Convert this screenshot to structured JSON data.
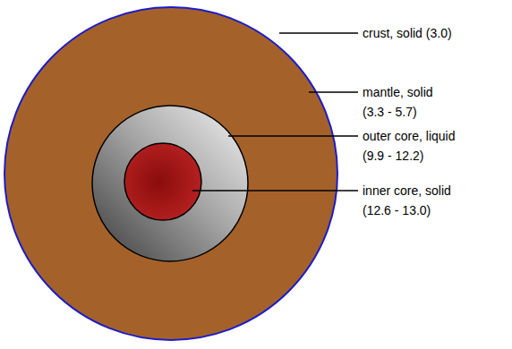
{
  "diagram": {
    "labels": [
      "crust, solid (3.0)",
      "mantle, solid (3.3 - 5.7)",
      "outer core, liquid (9.9 - 12.2)",
      "inner core, solid (12.6 - 13.0)"
    ]
  }
}
